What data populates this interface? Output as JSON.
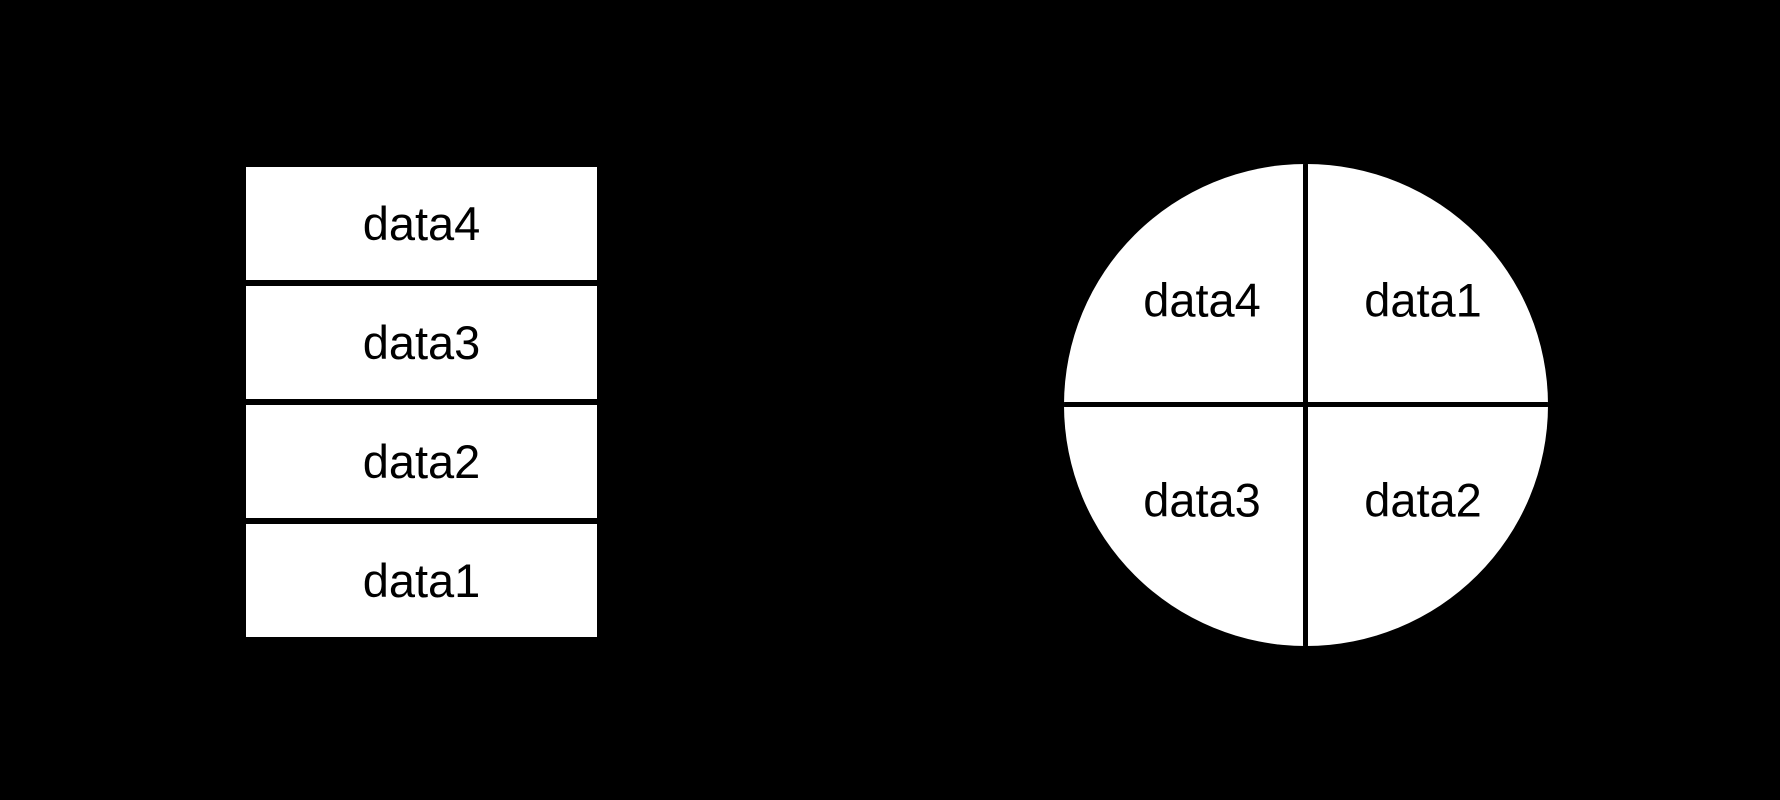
{
  "colors": {
    "background": "#000000",
    "shape_fill": "#ffffff",
    "ink": "#000000"
  },
  "stack": {
    "items": [
      "data4",
      "data3",
      "data2",
      "data1"
    ]
  },
  "circle": {
    "quadrants": [
      {
        "position": "top-left",
        "label": "data4"
      },
      {
        "position": "top-right",
        "label": "data1"
      },
      {
        "position": "bottom-left",
        "label": "data3"
      },
      {
        "position": "bottom-right",
        "label": "data2"
      }
    ]
  }
}
